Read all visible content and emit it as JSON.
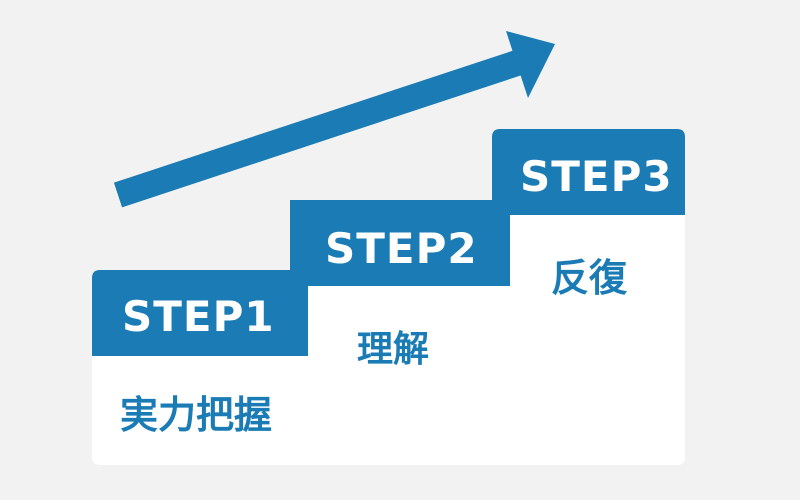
{
  "colors": {
    "background": "#f2f2f2",
    "panel": "#ffffff",
    "accent": "#1a7bb5",
    "label_text": "#ffffff"
  },
  "arrow": {
    "icon": "trend-up-arrow-icon"
  },
  "steps": [
    {
      "label": "STEP1",
      "caption": "実力把握"
    },
    {
      "label": "STEP2",
      "caption": "理解"
    },
    {
      "label": "STEP3",
      "caption": "反復"
    }
  ]
}
